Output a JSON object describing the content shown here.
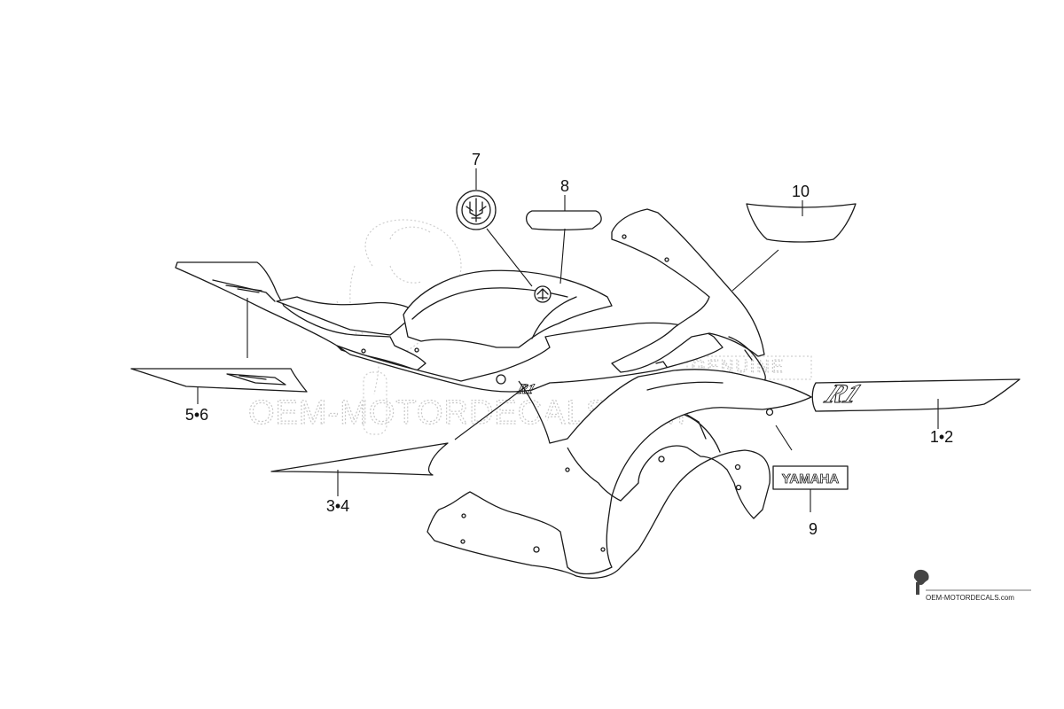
{
  "callouts": {
    "r1_stripe": "1•2",
    "lower_cowl_stripe": "3•4",
    "tail_stripe": "5•6",
    "tank_emblem": "7",
    "tank_strip": "8",
    "side_emblem": "9",
    "windscreen_decal": "10"
  },
  "emblem_text": "YAMAHA",
  "r1_script": "R1",
  "watermark": {
    "main": "OEM-MOTORDECALS.com",
    "stamp": "GENUINE"
  },
  "brand_badge": {
    "text": "OEM-MOTORDECALS.com"
  }
}
